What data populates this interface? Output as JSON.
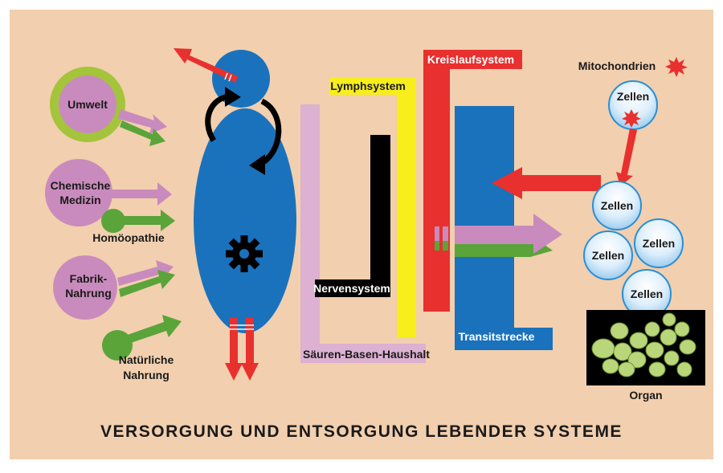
{
  "title": "VERSORGUNG UND ENTSORGUNG LEBENDER SYSTEME",
  "inputs": {
    "umwelt": "Umwelt",
    "chemische_line1": "Chemische",
    "chemische_line2": "Medizin",
    "homoeopathie": "Homöopathie",
    "fabrik_line1": "Fabrik-",
    "fabrik_line2": "Nahrung",
    "natuerlich_line1": "Natürliche",
    "natuerlich_line2": "Nahrung"
  },
  "systems": {
    "lymph": "Lymphsystem",
    "kreislauf": "Kreislaufsystem",
    "nerven": "Nervensystem",
    "saeuren": "Säuren-Basen-Haushalt",
    "transit": "Transitstrecke"
  },
  "cells": {
    "mitochondrien": "Mitochondrien",
    "zellen": "Zellen",
    "organ": "Organ"
  },
  "colors": {
    "background": "#f2cfae",
    "blue": "#1a72bd",
    "red": "#e8302f",
    "pink": "#c98bbd",
    "light_pink": "#dcb1d2",
    "green": "#5aa43a",
    "lime": "#a4c43b",
    "yellow": "#f8ee1c",
    "black": "#000000"
  }
}
